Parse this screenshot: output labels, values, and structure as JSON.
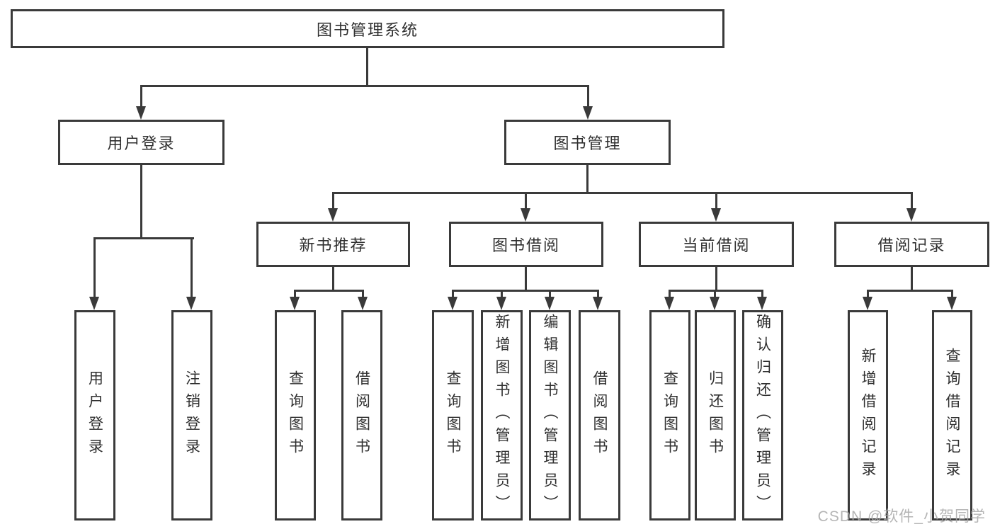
{
  "diagram": {
    "title": "图书管理系统",
    "branches": [
      {
        "label": "用户登录",
        "children": [
          {
            "label": "用户登录"
          },
          {
            "label": "注销登录"
          }
        ]
      },
      {
        "label": "图书管理",
        "children": [
          {
            "label": "新书推荐",
            "children": [
              {
                "label": "查询图书"
              },
              {
                "label": "借阅图书"
              }
            ]
          },
          {
            "label": "图书借阅",
            "children": [
              {
                "label": "查询图书"
              },
              {
                "label": "新增图书（管理员）"
              },
              {
                "label": "编辑图书（管理员）"
              },
              {
                "label": "借阅图书"
              }
            ]
          },
          {
            "label": "当前借阅",
            "children": [
              {
                "label": "查询图书"
              },
              {
                "label": "归还图书"
              },
              {
                "label": "确认归还（管理员）"
              }
            ]
          },
          {
            "label": "借阅记录",
            "children": [
              {
                "label": "新增借阅记录"
              },
              {
                "label": "查询借阅记录"
              }
            ]
          }
        ]
      }
    ]
  },
  "watermark": {
    "text": "CSDN @软件_小贺同学"
  },
  "colors": {
    "line": "#3a3a3a",
    "text": "#2f2f2f",
    "background": "#ffffff",
    "watermark": "#a9a9a9"
  }
}
